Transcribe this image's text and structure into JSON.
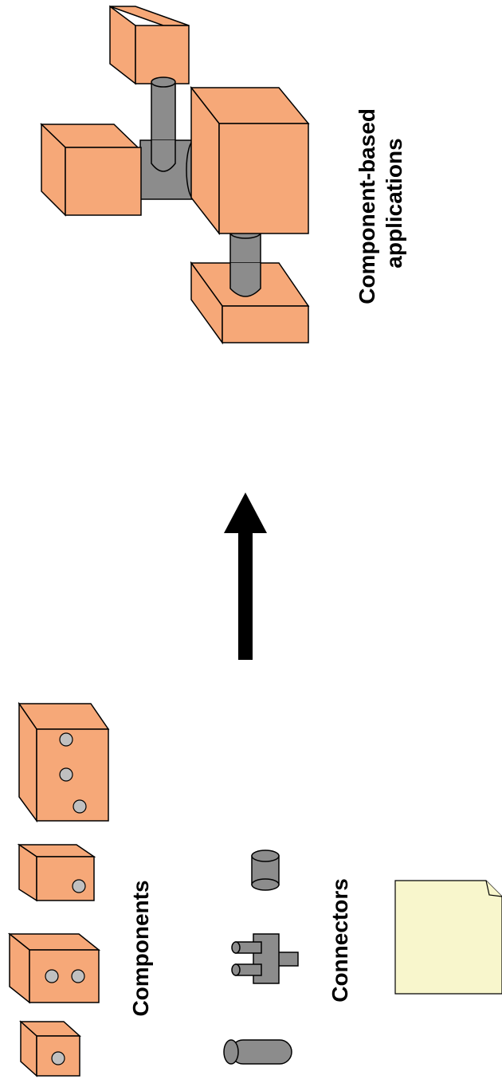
{
  "labels": {
    "applications_line1": "Component-based",
    "applications_line2": "applications",
    "components": "Components",
    "connectors": "Connectors"
  },
  "colors": {
    "component": "#f6a878",
    "connector": "#8c8c8c",
    "port": "#c0c0c0",
    "note": "#f8f6cc",
    "arrow": "#000000"
  }
}
